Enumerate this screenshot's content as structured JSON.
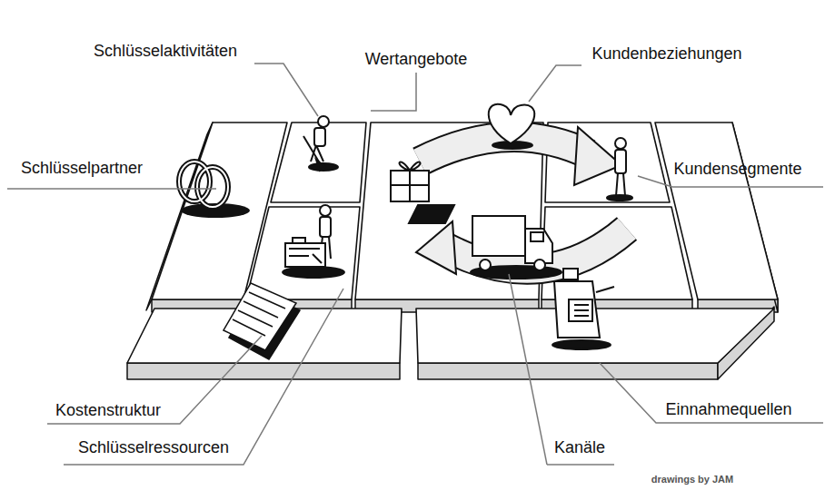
{
  "diagram": {
    "labels": [
      "Schlüsselaktivitäten",
      "Kundenbeziehungen",
      "Wertangebote",
      "Schlüsselpartner",
      "Kundensegmente",
      "Kostenstruktur",
      "Einnahmequellen",
      "Schlüsselressourcen",
      "Kanäle",
      "drawings by JAM"
    ]
  }
}
